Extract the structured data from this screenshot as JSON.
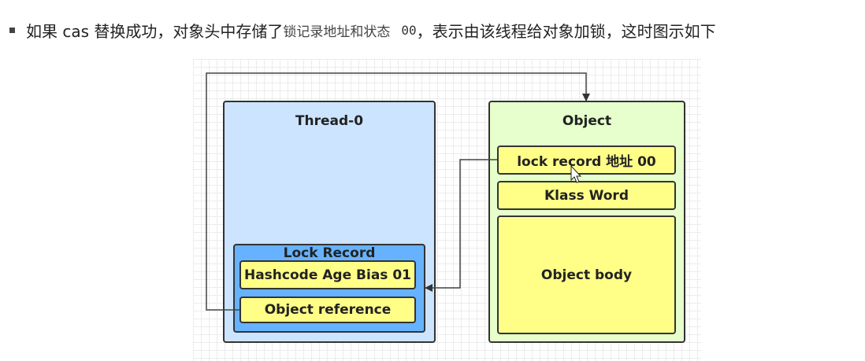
{
  "paragraph": {
    "part1": "如果 cas 替换成功，对象头中存储了",
    "part2": "锁记录地址和状态",
    "code": "00",
    "part3": "，表示由该线程给对象加锁，这时图示如下"
  },
  "diagram": {
    "thread_title": "Thread-0",
    "object_title": "Object",
    "lock_record_title": "Lock Record",
    "hashcode_label": "Hashcode Age Bias 01",
    "object_reference_label": "Object reference",
    "lock_record_address_label": "lock  record 地址 00",
    "klass_word_label": "Klass Word",
    "object_body_label": "Object body"
  }
}
